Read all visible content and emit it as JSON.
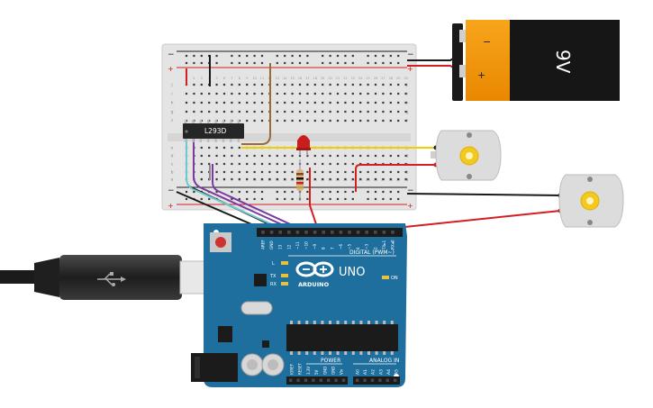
{
  "battery": {
    "voltage_label": "9V",
    "minus_symbol": "−",
    "plus_symbol": "+"
  },
  "breadboard": {
    "rail_minus": "−",
    "rail_plus": "+",
    "row_letters_top": [
      "j",
      "i",
      "h",
      "g",
      "f"
    ],
    "row_letters_bottom": [
      "e",
      "d",
      "c",
      "b",
      "a"
    ],
    "column_numbers": [
      "1",
      "2",
      "3",
      "4",
      "5",
      "6",
      "7",
      "8",
      "9",
      "10",
      "11",
      "12",
      "13",
      "14",
      "15",
      "16",
      "17",
      "18",
      "19",
      "20",
      "21",
      "22",
      "23",
      "24",
      "25",
      "26",
      "27",
      "28",
      "29",
      "30"
    ]
  },
  "driver_chip": {
    "label": "L293D"
  },
  "arduino": {
    "brand": "ARDUINO",
    "model": "UNO",
    "digital_header_label": "DIGITAL (PWM~)",
    "analog_header_label": "ANALOG IN",
    "power_header_label": "POWER",
    "on_label": "ON",
    "tx_label": "TX",
    "rx_label": "RX",
    "l_label": "L",
    "digital_pins": [
      "AREF",
      "GND",
      "13",
      "12",
      "~11",
      "~10",
      "~9",
      "8",
      "7",
      "~6",
      "~5",
      "4",
      "~3",
      "2",
      "TX▸1",
      "RX◂0"
    ],
    "power_pins": [
      "IOREF",
      "RESET",
      "3.3V",
      "5V",
      "GND",
      "GND",
      "Vin"
    ],
    "analog_pins": [
      "A0",
      "A1",
      "A2",
      "A3",
      "A4",
      "A5"
    ]
  },
  "colors": {
    "arduino_board": "#1f6f9e",
    "breadboard": "#e4e4e4",
    "wire_red": "#d21f1f",
    "wire_black": "#1a1a1a",
    "wire_yellow": "#f0cf00",
    "wire_brown": "#9a6a3a",
    "wire_purple": "#7a3aa0",
    "wire_cyan": "#6ec9cc",
    "wire_gray": "#8a8a8a",
    "battery_orange": "#f39200",
    "led_red": "#d21f1f",
    "motor_body": "#dcdcdc",
    "motor_gear": "#f2c91e"
  },
  "icons": {
    "motor": "dc-motor-icon",
    "usb_cable": "usb-b-cable-icon",
    "arduino_logo": "arduino-infinity-logo-icon",
    "reset_button": "reset-button-icon",
    "power_jack": "dc-power-jack-icon",
    "led": "led-icon",
    "resistor": "resistor-icon"
  }
}
